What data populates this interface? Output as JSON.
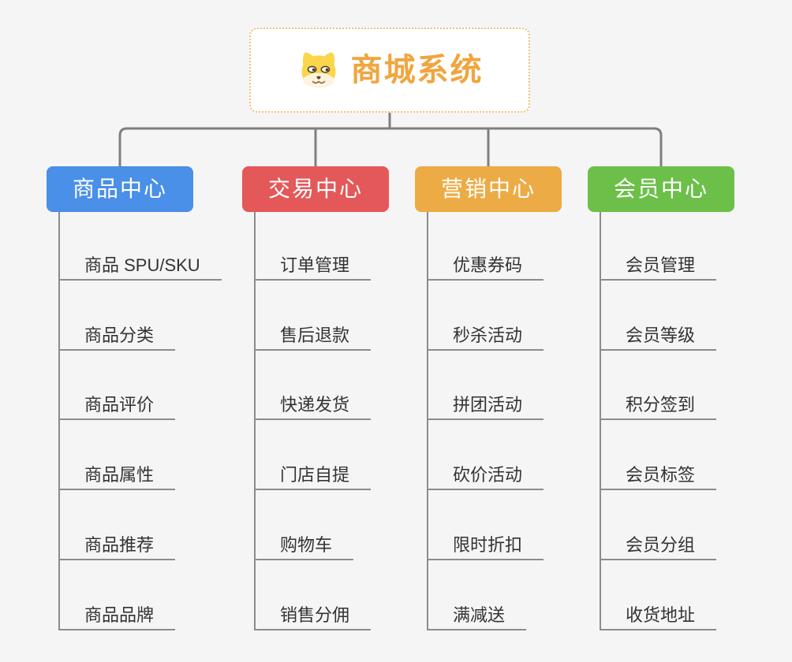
{
  "root": {
    "title": "商城系统",
    "icon": "dog-face-icon"
  },
  "branches": [
    {
      "label": "商品中心",
      "color": "#4a8fe8",
      "children": [
        "商品 SPU/SKU",
        "商品分类",
        "商品评价",
        "商品属性",
        "商品推荐",
        "商品品牌"
      ]
    },
    {
      "label": "交易中心",
      "color": "#e4585a",
      "children": [
        "订单管理",
        "售后退款",
        "快递发货",
        "门店自提",
        "购物车",
        "销售分佣"
      ]
    },
    {
      "label": "营销中心",
      "color": "#ecab45",
      "children": [
        "优惠券码",
        "秒杀活动",
        "拼团活动",
        "砍价活动",
        "限时折扣",
        "满减送"
      ]
    },
    {
      "label": "会员中心",
      "color": "#6cc04a",
      "children": [
        "会员管理",
        "会员等级",
        "积分签到",
        "会员标签",
        "会员分组",
        "收货地址"
      ]
    }
  ],
  "colors": {
    "background": "#f5f5f5",
    "connector": "#7f7f7f",
    "leaf_line": "#8c8c8c",
    "leaf_text": "#333333",
    "root_border": "#f0c170",
    "root_title": "#f0a53e",
    "branch_text": "#ffffff",
    "dog_yellow": "#fbd54a",
    "dog_cream": "#fdf4e0"
  }
}
